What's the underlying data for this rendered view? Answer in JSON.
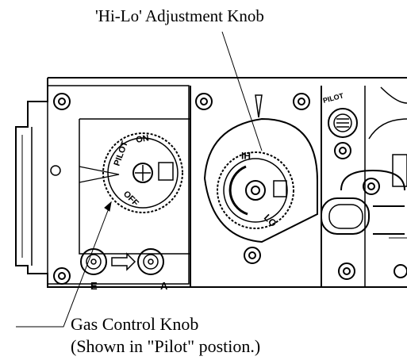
{
  "callouts": {
    "adjustment_knob": "'Hi-Lo' Adjustment Knob",
    "gas_control_line1": "Gas Control Knob",
    "gas_control_line2": "(Shown in \"Pilot\" postion.)"
  },
  "dial_labels": {
    "pilot": "PILOT",
    "on": "ON",
    "off": "OFF",
    "hi": "HI",
    "lo": "LO",
    "pilot_port": "PILOT",
    "port_e": "E",
    "port_a": "A"
  },
  "colors": {
    "line": "#000000",
    "background": "#ffffff"
  }
}
